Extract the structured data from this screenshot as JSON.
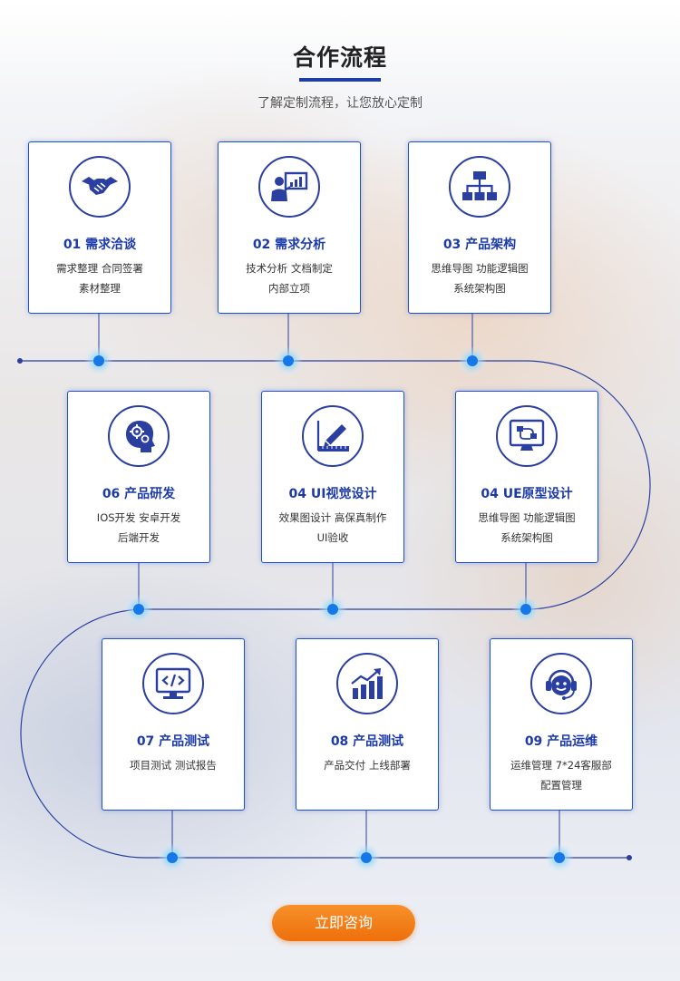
{
  "header": {
    "title": "合作流程",
    "subtitle": "了解定制流程，让您放心定制"
  },
  "colors": {
    "accent": "#1f3ea5",
    "node": "#1577e8",
    "cta": "#f07a14"
  },
  "steps": [
    {
      "icon": "handshake-icon",
      "title": "01  需求洽谈",
      "desc": "需求整理    合同签署\n素材整理"
    },
    {
      "icon": "presentation-icon",
      "title": "02  需求分析",
      "desc": "技术分析   文档制定\n内部立项"
    },
    {
      "icon": "sitemap-icon",
      "title": "03  产品架构",
      "desc": "思维导图    功能逻辑图\n系统架构图"
    },
    {
      "icon": "brain-gear-icon",
      "title": "06  产品研发",
      "desc": "IOS开发    安卓开发\n后端开发"
    },
    {
      "icon": "pen-ruler-icon",
      "title": "04  UI视觉设计",
      "desc": "效果图设计   高保真制作\nUI验收"
    },
    {
      "icon": "monitor-flow-icon",
      "title": "04  UE原型设计",
      "desc": "思维导图    功能逻辑图\n系统架构图"
    },
    {
      "icon": "code-monitor-icon",
      "title": "07  产品测试",
      "desc": "项目测试    测试报告"
    },
    {
      "icon": "bar-chart-up-icon",
      "title": "08  产品测试",
      "desc": "产品交付    上线部署"
    },
    {
      "icon": "headset-support-icon",
      "title": "09  产品运维",
      "desc": "运维管理    7*24客服部\n配置管理"
    }
  ],
  "cta": {
    "label": "立即咨询"
  }
}
